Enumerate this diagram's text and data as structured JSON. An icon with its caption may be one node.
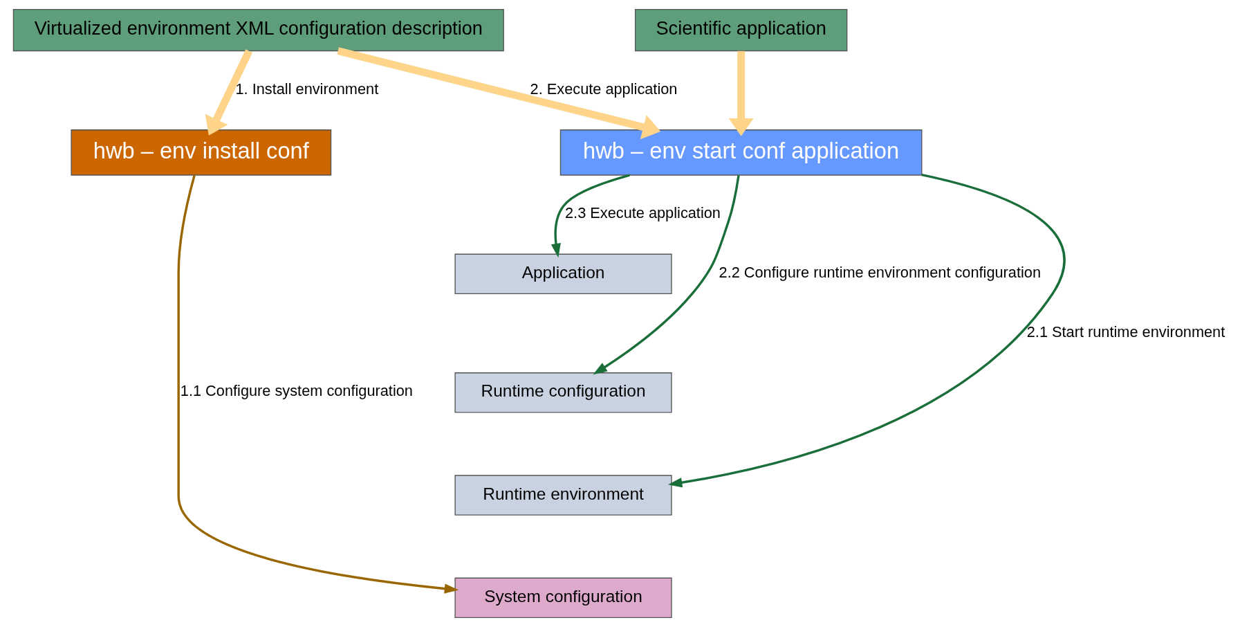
{
  "diagram": {
    "nodes": [
      {
        "text": [
          "Virtualized environment XML configuration description"
        ]
      },
      {
        "text": [
          "Scientific application"
        ]
      },
      {
        "text": [
          "hwb – env install conf"
        ]
      },
      {
        "text": [
          "hwb – env start conf application"
        ]
      },
      {
        "text": [
          "Application"
        ]
      },
      {
        "text": [
          "Runtime configuration"
        ]
      },
      {
        "text": [
          "Runtime environment"
        ]
      },
      {
        "text": [
          "System configuration"
        ]
      }
    ],
    "edges": [
      {
        "from": 0,
        "to": 2,
        "arrow": "to",
        "label": "1. Install environment",
        "style": "thick",
        "color": "#fdd48a"
      },
      {
        "from": 0,
        "to": 3,
        "arrow": "to",
        "label": "2. Execute application",
        "style": "thick",
        "color": "#fdd48a"
      },
      {
        "from": 1,
        "to": 3,
        "arrow": "to",
        "style": "thick",
        "color": "#fdd48a"
      },
      {
        "from": 2,
        "to": 7,
        "arrow": "to",
        "label": "1.1 Configure system configuration",
        "color": "#996600"
      },
      {
        "from": 3,
        "to": 4,
        "arrow": "to",
        "label": "2.3 Execute application",
        "color": "#1a6e3a"
      },
      {
        "from": 3,
        "to": 5,
        "arrow": "to",
        "label": "2.2 Configure runtime environment configuration",
        "color": "#1a6e3a"
      },
      {
        "from": 3,
        "to": 6,
        "arrow": "to",
        "label": "2.1 Start runtime environment",
        "color": "#1a6e3a"
      }
    ]
  }
}
